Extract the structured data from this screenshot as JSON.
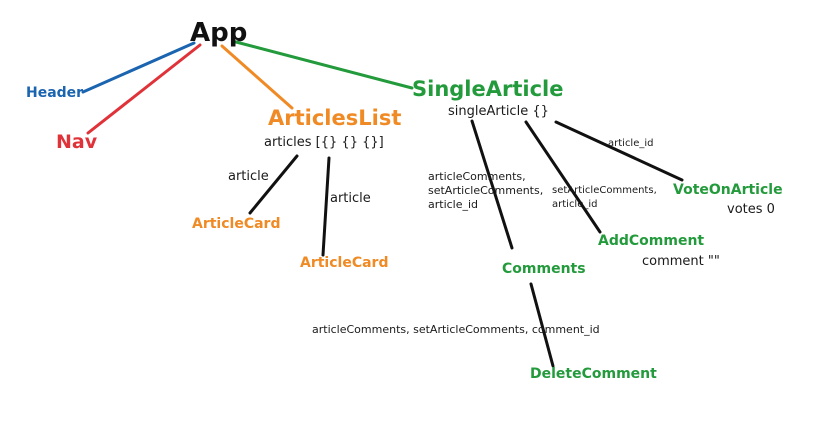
{
  "nodes": {
    "app": "App",
    "header": "Header",
    "nav": "Nav",
    "articles_list": "ArticlesList",
    "single_article": "SingleArticle",
    "article_card_1": "ArticleCard",
    "article_card_2": "ArticleCard",
    "comments": "Comments",
    "add_comment": "AddComment",
    "vote_on_article": "VoteOnArticle",
    "delete_comment": "DeleteComment"
  },
  "props": {
    "single_article_state": "singleArticle {}",
    "articles_state": "articles [{} {} {}]",
    "article_prop_1": "article",
    "article_prop_2": "article",
    "comments_props": "articleComments,\nsetArticleComments,\narticle_id",
    "add_comment_props": "setArticleComments,\narticle_id",
    "vote_prop": "article_id",
    "votes_state": "votes 0",
    "comment_state": "comment \"\"",
    "delete_comment_props": "articleComments, setArticleComments, comment_id"
  },
  "colors": {
    "root": "#111111",
    "header": "#1b64b0",
    "nav": "#e03339",
    "articles": "#f08a24",
    "single_article": "#239a3b",
    "prop_text": "#1a1a1a"
  }
}
